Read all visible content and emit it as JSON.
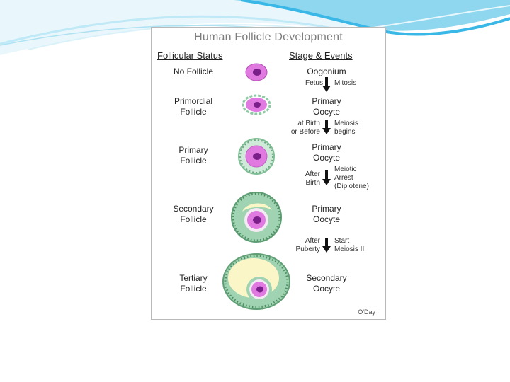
{
  "diagram": {
    "title": "Human Follicle Development",
    "headers": {
      "status": "Follicular Status",
      "stage": "Stage & Events"
    },
    "rows": [
      {
        "status": "No Follicle",
        "stage": "Oogonium"
      },
      {
        "status": "Primordial\nFollicle",
        "stage": "Primary\nOocyte"
      },
      {
        "status": "Primary\nFollicle",
        "stage": "Primary\nOocyte"
      },
      {
        "status": "Secondary\nFollicle",
        "stage": "Primary\nOocyte"
      },
      {
        "status": "Tertiary\nFollicle",
        "stage": "Secondary\nOocyte"
      }
    ],
    "transitions": [
      {
        "left": "Fetus",
        "right": "Mitosis"
      },
      {
        "left": "at Birth\nor Before",
        "right": "Meiosis\nbegins"
      },
      {
        "left": "After\nBirth",
        "right": "Meiotic\nArrest\n(Diplotene)"
      },
      {
        "left": "After\nPuberty",
        "right": "Start\nMeiosis II"
      }
    ],
    "credit": "O'Day",
    "colors": {
      "oocyte": "#e07ae0",
      "nucleus": "#7a1f8a",
      "granulosa": "#8fc9a4",
      "antrum": "#fbf6c8",
      "accent_blue": "#39b7e6"
    }
  }
}
